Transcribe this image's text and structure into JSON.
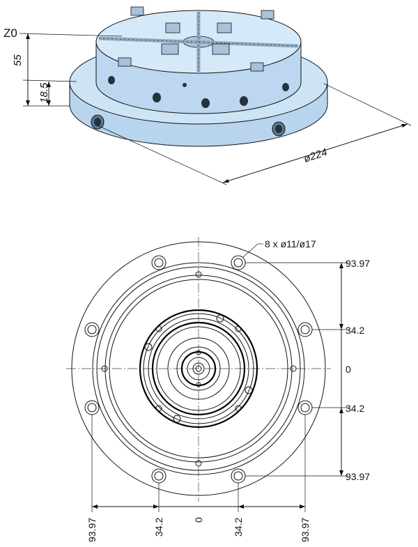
{
  "isometric": {
    "zero_label": "Z0",
    "height_total": "55",
    "height_flange": "18.5",
    "diameter": "ø224",
    "fill_color": "#cde3f6"
  },
  "plan": {
    "hole_callout": "8 x ø11/ø17",
    "right_dims": [
      "93.97",
      "34.2",
      "0",
      "34.2",
      "93.97"
    ],
    "bottom_dims": [
      "93.97",
      "34.2",
      "0",
      "34.2",
      "93.97"
    ]
  }
}
